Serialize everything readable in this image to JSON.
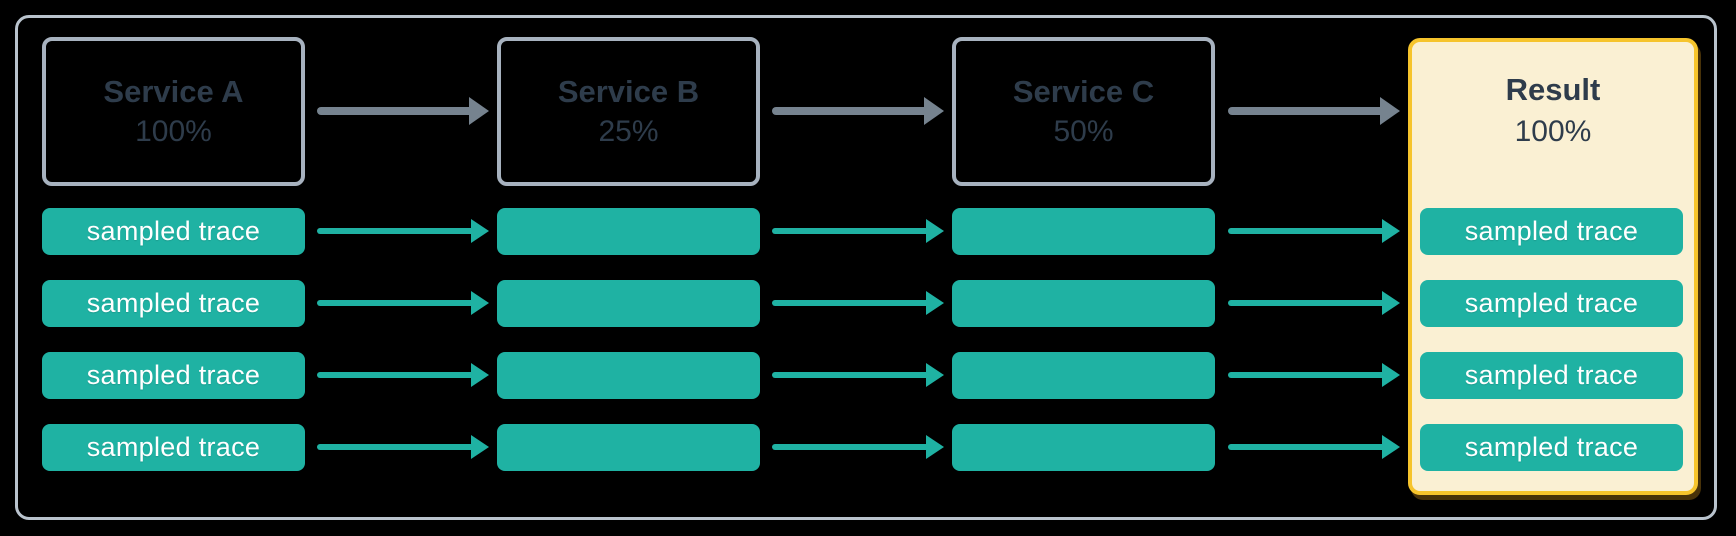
{
  "colors": {
    "background": "#000000",
    "frame_border": "#b9c3cd",
    "box_border": "#a7b2bf",
    "dark_text": "#2e3c4b",
    "arrow_gray": "#76838f",
    "teal": "#1fb2a3",
    "trace_text": "#ffffff",
    "result_bg": "#faf0d3",
    "result_border": "#f6c42c"
  },
  "services": [
    {
      "title": "Service A",
      "percent": "100%"
    },
    {
      "title": "Service B",
      "percent": "25%"
    },
    {
      "title": "Service C",
      "percent": "50%"
    }
  ],
  "result": {
    "title": "Result",
    "percent": "100%"
  },
  "trace_label": "sampled trace"
}
